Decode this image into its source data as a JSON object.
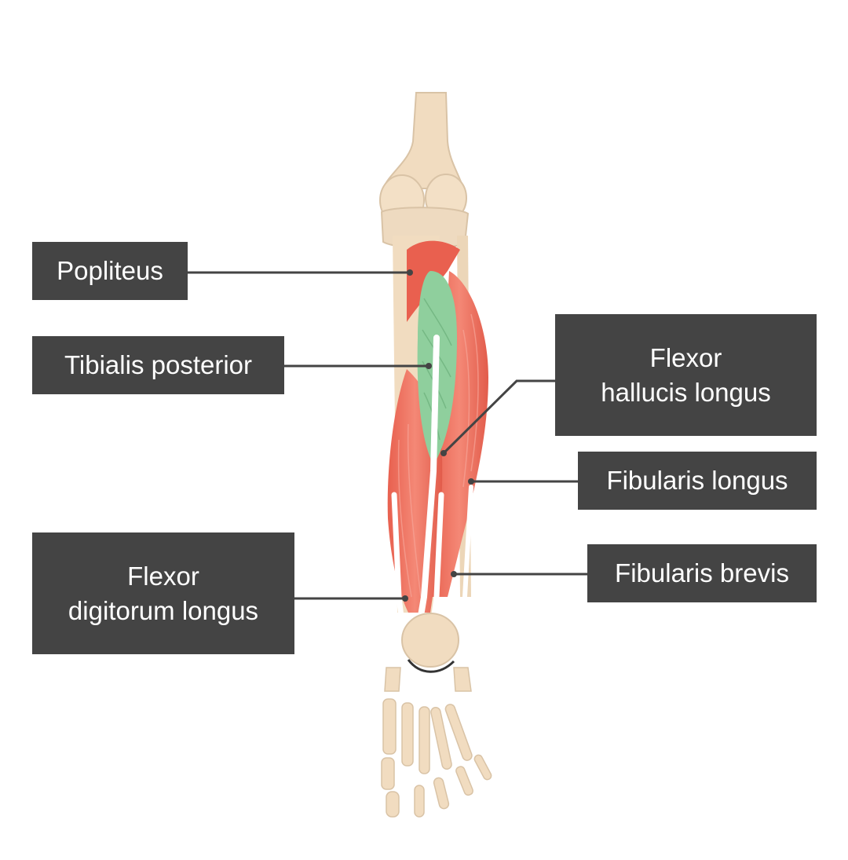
{
  "labels": {
    "popliteus": "Popliteus",
    "tibialis_posterior": "Tibialis posterior",
    "fhl_line1": "Flexor",
    "fhl_line2": "hallucis longus",
    "fibularis_longus": "Fibularis longus",
    "fibularis_brevis": "Fibularis brevis",
    "fdl_line1": "Flexor",
    "fdl_line2": "digitorum longus"
  },
  "colors": {
    "label_bg": "#444444",
    "label_text": "#ffffff",
    "leader_line": "#444444",
    "bone": "#f1dcc0",
    "bone_shadow": "#d9c3a6",
    "muscle": "#ec6b5a",
    "muscle_highlight": "#f49a8c",
    "highlighted_muscle": "#8fcf9d",
    "tendon": "#ffffff"
  }
}
